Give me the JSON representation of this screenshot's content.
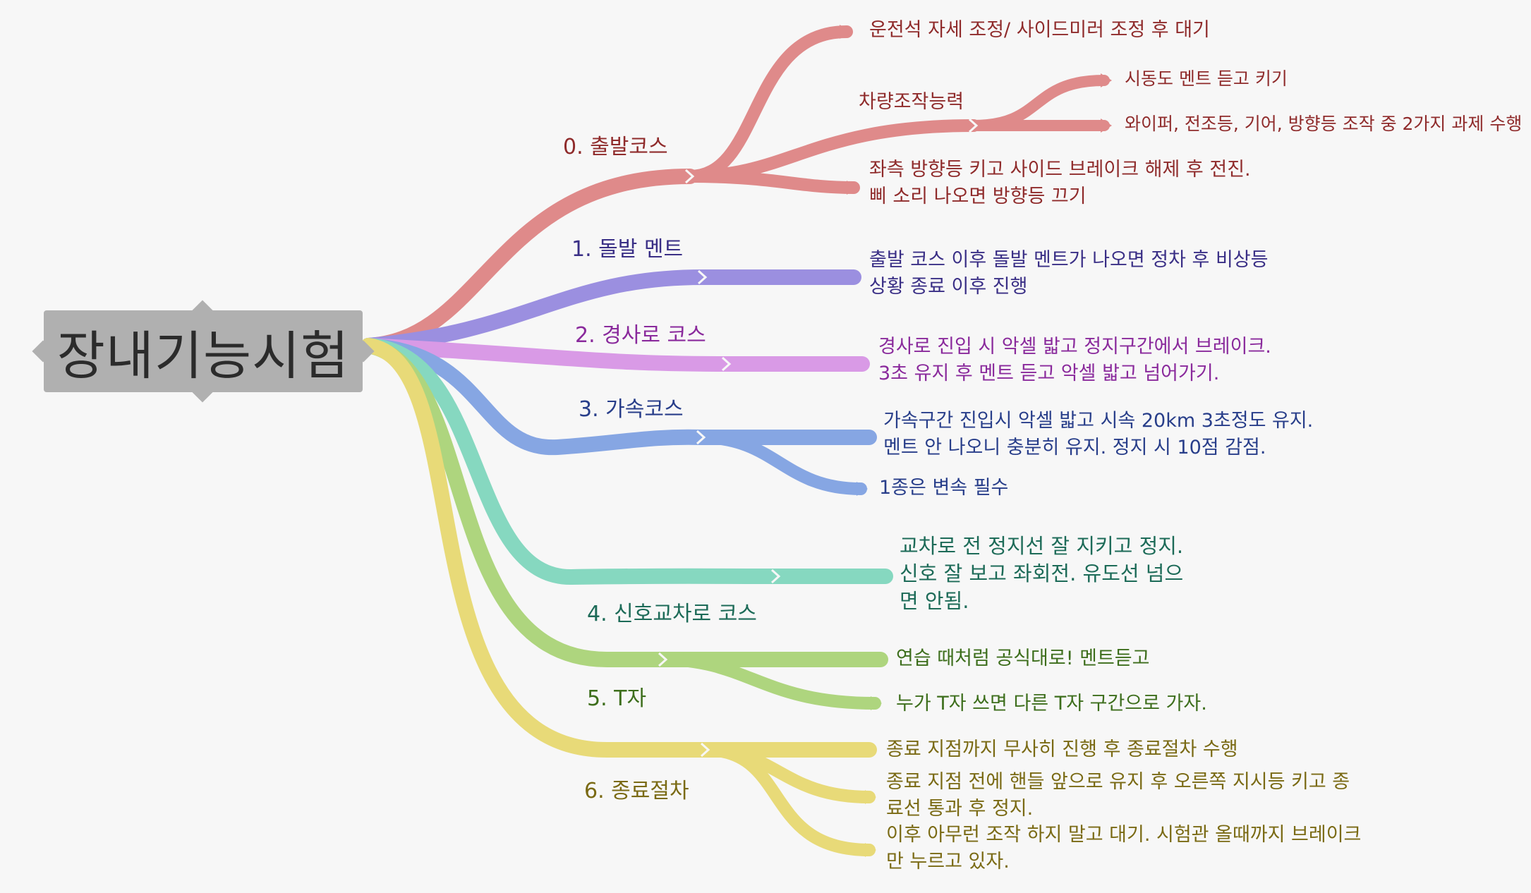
{
  "root": {
    "label": "장내기능시험",
    "color": "#b0b0b0",
    "text_color": "#2b2b2b"
  },
  "branches": [
    {
      "label": "0.  출발코스",
      "color": "#df8a8a",
      "text_color": "#8f2b2b",
      "children": [
        {
          "lines": [
            "운전석 자세 조정/ 사이드미러 조정 후 대기"
          ]
        },
        {
          "label": "차량조작능력",
          "children": [
            {
              "lines": [
                "시동도 멘트 듣고 키기"
              ]
            },
            {
              "lines": [
                "와이퍼, 전조등, 기어, 방향등 조작 중 2가지 과제 수행"
              ]
            }
          ]
        },
        {
          "lines": [
            "좌측 방향등 키고 사이드 브레이크 해제 후 전진.",
            "삐 소리 나오면 방향등 끄기"
          ]
        }
      ]
    },
    {
      "label": "1.  돌발 멘트",
      "color": "#9b8fe0",
      "text_color": "#3a2f86",
      "children": [
        {
          "lines": [
            "출발 코스 이후 돌발 멘트가 나오면 정차 후 비상등",
            "상황 종료 이후 진행"
          ]
        }
      ]
    },
    {
      "label": "2.  경사로 코스",
      "color": "#d99ae6",
      "text_color": "#8a2a9c",
      "children": [
        {
          "lines": [
            "경사로 진입 시 악셀 밟고 정지구간에서 브레이크.",
            "3초 유지 후 멘트 듣고 악셀 밟고 넘어가기."
          ]
        }
      ]
    },
    {
      "label": "3.  가속코스",
      "color": "#86a6e3",
      "text_color": "#283e8a",
      "children": [
        {
          "lines": [
            "가속구간 진입시 악셀 밟고 시속 20km 3초정도 유지.",
            "멘트 안 나오니 충분히 유지. 정지 시 10점 감점."
          ]
        },
        {
          "lines": [
            "1종은 변속 필수"
          ]
        }
      ]
    },
    {
      "label": "4.  신호교차로 코스",
      "color": "#86d8c0",
      "text_color": "#1d6b58",
      "children": [
        {
          "lines": [
            "교차로 전 정지선 잘 지키고 정지.",
            "신호 잘 보고 좌회전. 유도선 넘으",
            "면 안됨."
          ]
        }
      ]
    },
    {
      "label": "5.  T자",
      "color": "#aed57e",
      "text_color": "#3d6e1c",
      "children": [
        {
          "lines": [
            "연습 때처럼 공식대로! 멘트듣고"
          ]
        },
        {
          "lines": [
            "누가 T자 쓰면 다른 T자 구간으로 가자."
          ]
        }
      ]
    },
    {
      "label": "6.  종료절차",
      "color": "#e8da78",
      "text_color": "#7a6a14",
      "children": [
        {
          "lines": [
            "종료 지점까지 무사히 진행 후 종료절차 수행"
          ]
        },
        {
          "lines": [
            "종료 지점 전에 핸들 앞으로 유지 후 오른쪽 지시등 키고 종",
            "료선 통과 후 정지."
          ]
        },
        {
          "lines": [
            "이후 아무런 조작 하지 말고 대기. 시험관 올때까지 브레이크",
            "만 누르고 있자."
          ]
        }
      ]
    }
  ]
}
